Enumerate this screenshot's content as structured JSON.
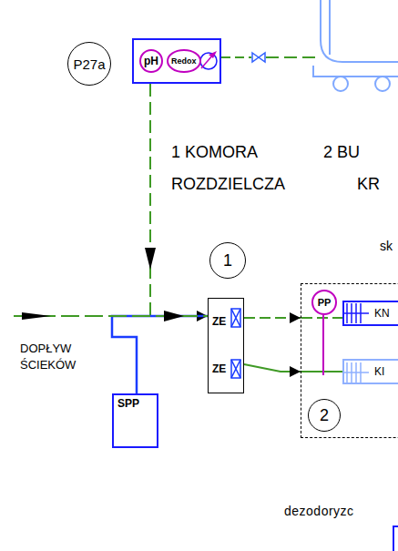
{
  "diagram": {
    "nodes": [
      {
        "text": [
          "P27a"
        ]
      },
      {
        "text": [
          "pH",
          "Redox"
        ]
      },
      {
        "text": [
          "ZE",
          "ZE"
        ]
      },
      {
        "text": [
          "SPP"
        ]
      },
      {
        "text": [
          "2"
        ]
      },
      {
        "text": [
          "PP"
        ],
        "in": 4
      },
      {
        "text": [
          "KN"
        ],
        "in": 4
      },
      {
        "text": [
          "KI"
        ],
        "in": 4
      }
    ],
    "edges": [
      {
        "from": 1,
        "to": 2,
        "arrow": "to"
      },
      {
        "from": 3,
        "to": 2,
        "arrow": "none"
      },
      {
        "from": 2,
        "to": 4,
        "arrow": "to"
      },
      {
        "from": 2,
        "to": 4,
        "arrow": "to"
      }
    ],
    "labels": [
      "1 KOMORA ROZDZIELCZA",
      "2 BU",
      "KR",
      "sk",
      "1",
      "DOPŁYW ŚCIEKÓW",
      "dezodoryzc"
    ]
  }
}
